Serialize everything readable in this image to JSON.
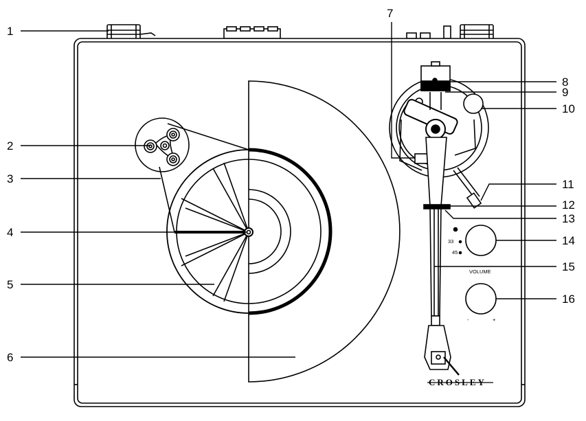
{
  "diagram": {
    "callouts": [
      {
        "number": "1"
      },
      {
        "number": "2"
      },
      {
        "number": "3"
      },
      {
        "number": "4"
      },
      {
        "number": "5"
      },
      {
        "number": "6"
      },
      {
        "number": "7"
      },
      {
        "number": "8"
      },
      {
        "number": "9"
      },
      {
        "number": "10"
      },
      {
        "number": "11"
      },
      {
        "number": "12"
      },
      {
        "number": "13"
      },
      {
        "number": "14"
      },
      {
        "number": "15"
      },
      {
        "number": "16"
      }
    ],
    "speed_marks": {
      "speed_33": "33",
      "speed_45": "45"
    },
    "volume_label": "VOLUME",
    "volume_min": "-",
    "volume_max": "+",
    "brand": "CROSLEY"
  }
}
